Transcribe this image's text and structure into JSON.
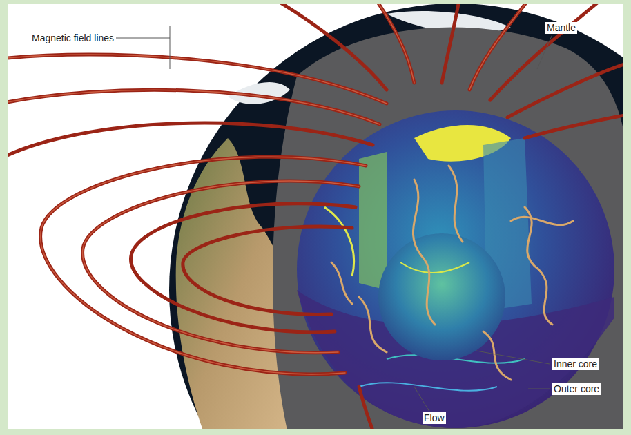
{
  "diagram": {
    "labels": [
      "Magnetic field lines",
      "Mantle",
      "Inner core",
      "Outer core",
      "Flow"
    ]
  }
}
